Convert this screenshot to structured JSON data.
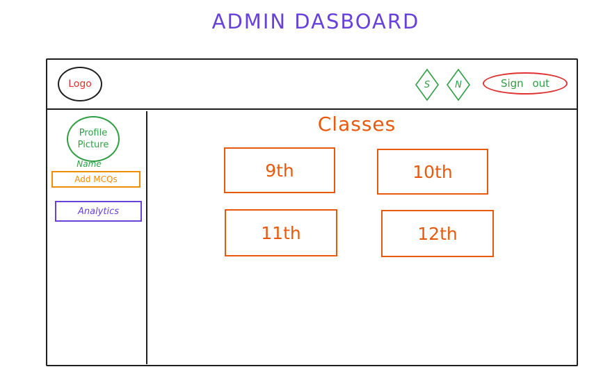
{
  "page": {
    "title": "ADMIN DASBOARD"
  },
  "header": {
    "logo_label": "Logo",
    "buttons": [
      {
        "label": "S"
      },
      {
        "label": "N"
      }
    ],
    "signout_label": "Sign out"
  },
  "sidebar": {
    "profile_picture_label": "Profile Picture",
    "name_label": "Name",
    "items": [
      {
        "label": "Add MCQs"
      },
      {
        "label": "Analytics"
      }
    ]
  },
  "main": {
    "section_title": "Classes",
    "classes": [
      {
        "label": "9th"
      },
      {
        "label": "10th"
      },
      {
        "label": "11th"
      },
      {
        "label": "12th"
      }
    ]
  },
  "colors": {
    "title_purple": "#6741d9",
    "frame_black": "#1e1e1e",
    "logo_red": "#e03131",
    "green": "#2f9e44",
    "orange": "#e8590c",
    "amber": "#f08c00"
  }
}
